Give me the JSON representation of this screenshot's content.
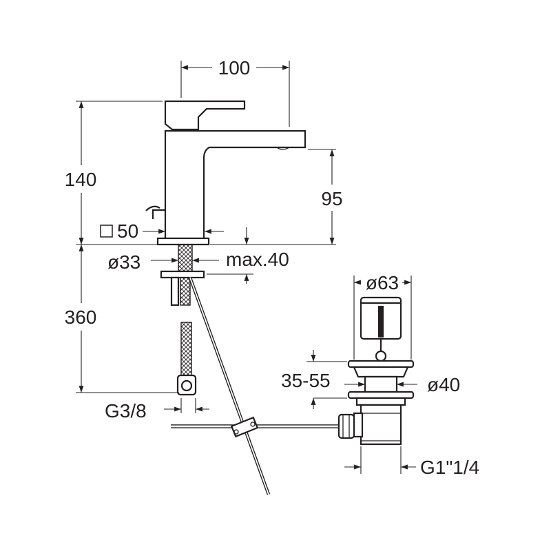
{
  "labels": {
    "width_100": "100",
    "height_140": "140",
    "spout_95": "95",
    "square_50": "50",
    "dia_33": "ø33",
    "max_40": "max.40",
    "hose_360": "360",
    "dia_63": "ø63",
    "range_35_55": "35-55",
    "dia_40": "ø40",
    "thread_g38": "G3/8",
    "thread_g114": "G1\"1/4"
  },
  "colors": {
    "line": "#231f20",
    "background": "#ffffff"
  }
}
